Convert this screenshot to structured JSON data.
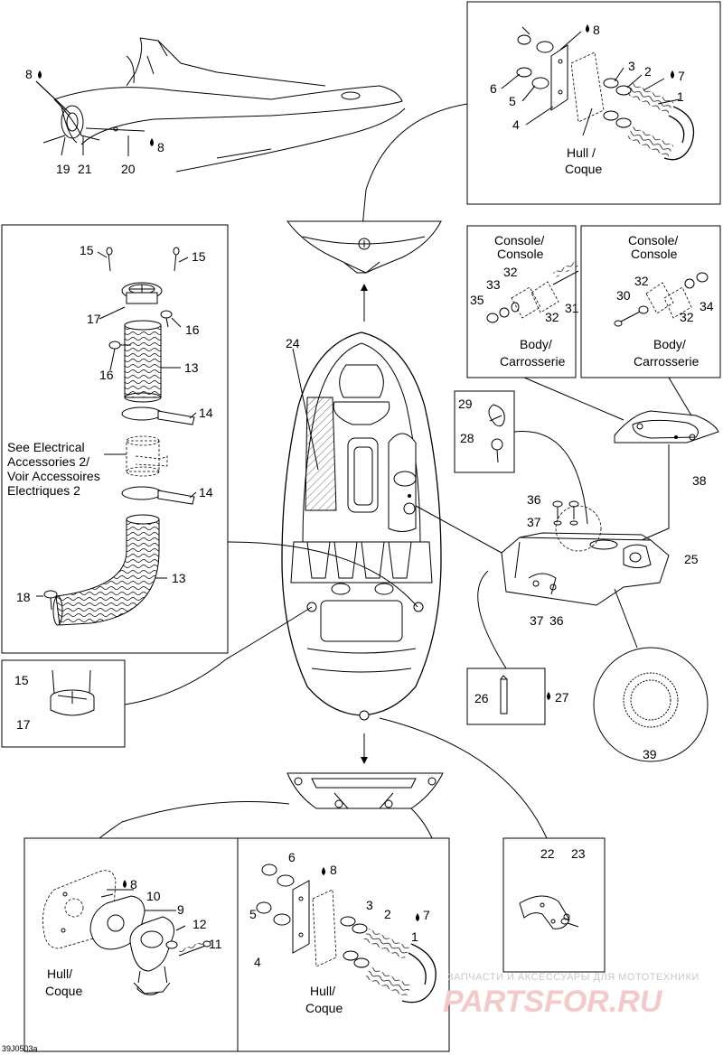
{
  "diagram_id": "39J0503a",
  "labels": {
    "n1": "1",
    "n2": "2",
    "n3": "3",
    "n4": "4",
    "n5": "5",
    "n6": "6",
    "n7": "7",
    "n8": "8",
    "n9": "9",
    "n10": "10",
    "n11": "11",
    "n12": "12",
    "n13": "13",
    "n14": "14",
    "n15": "15",
    "n16": "16",
    "n17": "17",
    "n18": "18",
    "n19": "19",
    "n20": "20",
    "n21": "21",
    "n22": "22",
    "n23": "23",
    "n24": "24",
    "n25": "25",
    "n26": "26",
    "n27": "27",
    "n28": "28",
    "n29": "29",
    "n30": "30",
    "n31": "31",
    "n32": "32",
    "n33": "33",
    "n34": "34",
    "n35": "35",
    "n36": "36",
    "n37": "37",
    "n38": "38",
    "n39": "39"
  },
  "text": {
    "hull": "Hull /",
    "coque": "Coque",
    "hull2": "Hull/",
    "console": "Console/",
    "console2": "Console",
    "body": "Body/",
    "carrosserie": "Carrosserie",
    "see_elec_1": "See Electrical",
    "see_elec_2": "Accessories 2/",
    "see_elec_3": "Voir Accessoires",
    "see_elec_4": "Electriques 2"
  },
  "watermark": {
    "line1": "ЗАПЧАСТИ И АКСЕССУАРЫ ДЛЯ МОТОТЕХНИКИ",
    "line2": "PARTSFOR.RU"
  },
  "colors": {
    "ink": "#000000",
    "paper": "#ffffff",
    "watermark_red": "#e05050"
  }
}
